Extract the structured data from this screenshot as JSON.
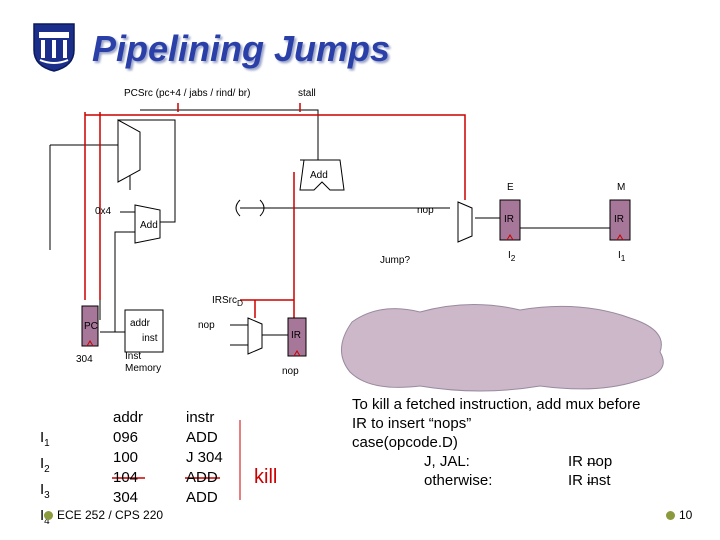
{
  "slide": {
    "title": "Pipelining Jumps",
    "footer": "ECE 252 / CPS 220",
    "page_number": "10"
  },
  "diagram": {
    "pcsrc_label": "PCSrc (pc+4 / jabs / rind/ br)",
    "stall_label": "stall",
    "add_top_label": "Add",
    "add_left_label": "Add",
    "const_label": "0x4",
    "nop_label_e": "nop",
    "stage_e": "E",
    "stage_m": "M",
    "ir_e": "IR",
    "ir_m": "IR",
    "i2_label": "I",
    "i2_sub": "2",
    "i1_label": "I",
    "i1_sub": "1",
    "jump_label": "Jump?",
    "irsrc_label": "IRSrc",
    "irsrc_sub": "D",
    "pc_label": "PC",
    "pc_value": "304",
    "addr_label": "addr",
    "inst_label": "inst",
    "mem_label_1": "Inst",
    "mem_label_2": "Memory",
    "nop_label_d": "nop",
    "ir_d": "IR",
    "nop_below": "nop"
  },
  "instr_table": {
    "labels": [
      {
        "main": "I",
        "sub": "1"
      },
      {
        "main": "I",
        "sub": "2"
      },
      {
        "main": "I",
        "sub": "3"
      },
      {
        "main": "I",
        "sub": "4"
      }
    ],
    "addr_header": "addr",
    "instr_header": "instr",
    "addrs": [
      "096",
      "100",
      "104",
      "304"
    ],
    "instrs": [
      "ADD",
      "J 304",
      "ADD",
      "ADD"
    ],
    "kill_label": "kill"
  },
  "note": {
    "line1": "To kill a fetched instruction, add mux before",
    "line2": "IR to insert “nops”",
    "line3": "case(opcode.D)",
    "case1_left": "J, JAL:",
    "case1_right": "IR  nop",
    "case2_left": "otherwise:",
    "case2_right": "IR  inst",
    "arrow": "←"
  },
  "colors": {
    "title": "#2a3fa8",
    "control_line": "#cc0000",
    "cloud": "#ccb8c8",
    "register_fill": "#a7779a",
    "bullet": "#8a9a3c"
  }
}
